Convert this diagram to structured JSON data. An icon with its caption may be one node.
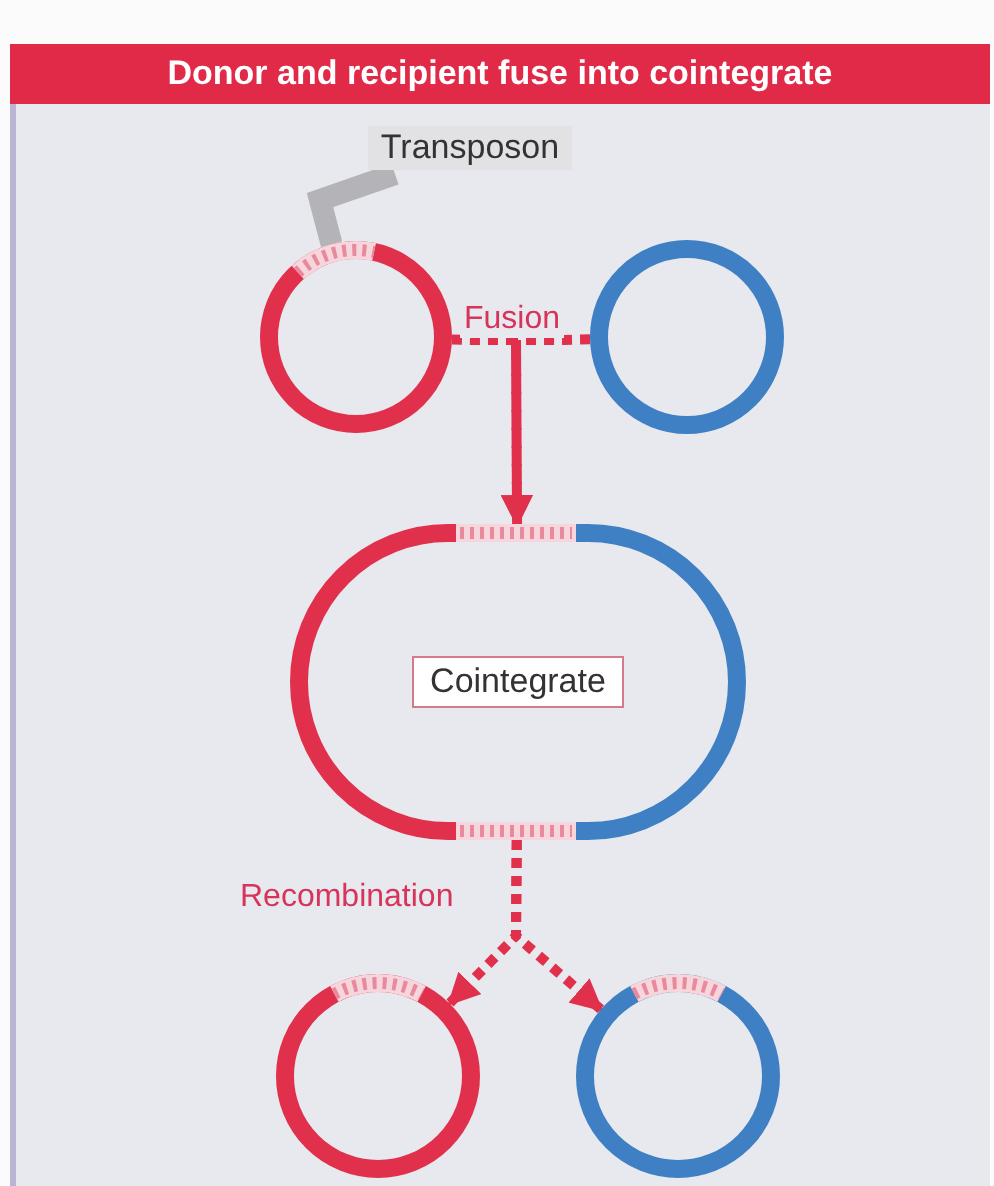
{
  "diagram": {
    "title": "Donor and recipient fuse into cointegrate",
    "nodes": [
      {
        "text": [
          "Transposon"
        ]
      },
      {
        "text": [],
        "shape": "circle"
      },
      {
        "text": [],
        "shape": "circle"
      },
      {
        "text": [
          "Cointegrate"
        ]
      },
      {
        "text": [],
        "shape": "circle"
      },
      {
        "text": [],
        "shape": "circle"
      }
    ],
    "edges": [
      {
        "from": 0,
        "to": 1,
        "arrow": "none",
        "style": "thick",
        "color": "#b4b4b8"
      },
      {
        "from": 1,
        "to": 3,
        "arrow": "to",
        "style": "dashed",
        "label": "Fusion"
      },
      {
        "from": 2,
        "to": 3,
        "arrow": "to",
        "style": "dashed"
      },
      {
        "from": 3,
        "to": 4,
        "arrow": "to",
        "style": "dashed",
        "label": "Recombination"
      },
      {
        "from": 3,
        "to": 5,
        "arrow": "to",
        "style": "dashed"
      }
    ]
  }
}
